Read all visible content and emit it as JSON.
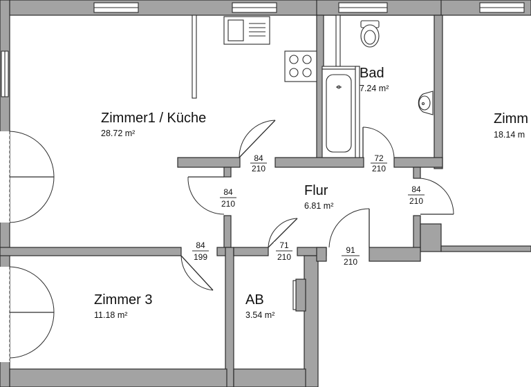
{
  "rooms": [
    {
      "key": "zimmer1",
      "name": "Zimmer1 / Küche",
      "area": "28.72 m²"
    },
    {
      "key": "bad",
      "name": "Bad",
      "area": "7.24 m²"
    },
    {
      "key": "zimmer2",
      "name": "Zimm",
      "area": "18.14 m"
    },
    {
      "key": "flur",
      "name": "Flur",
      "area": "6.81 m²"
    },
    {
      "key": "zimmer3",
      "name": "Zimmer 3",
      "area": "11.18 m²"
    },
    {
      "key": "ab",
      "name": "AB",
      "area": "3.54 m²"
    }
  ],
  "doors": [
    {
      "key": "kueche",
      "width": "84",
      "height": "210"
    },
    {
      "key": "bad",
      "width": "72",
      "height": "210"
    },
    {
      "key": "flur-left",
      "width": "84",
      "height": "210"
    },
    {
      "key": "zimmer2",
      "width": "84",
      "height": "210"
    },
    {
      "key": "zimmer3",
      "width": "84",
      "height": "199"
    },
    {
      "key": "ab",
      "width": "71",
      "height": "210"
    },
    {
      "key": "entrance",
      "width": "91",
      "height": "210"
    }
  ],
  "colors": {
    "wall": "#a3a3a3",
    "line": "#2b2b2b",
    "background": "#ffffff"
  }
}
